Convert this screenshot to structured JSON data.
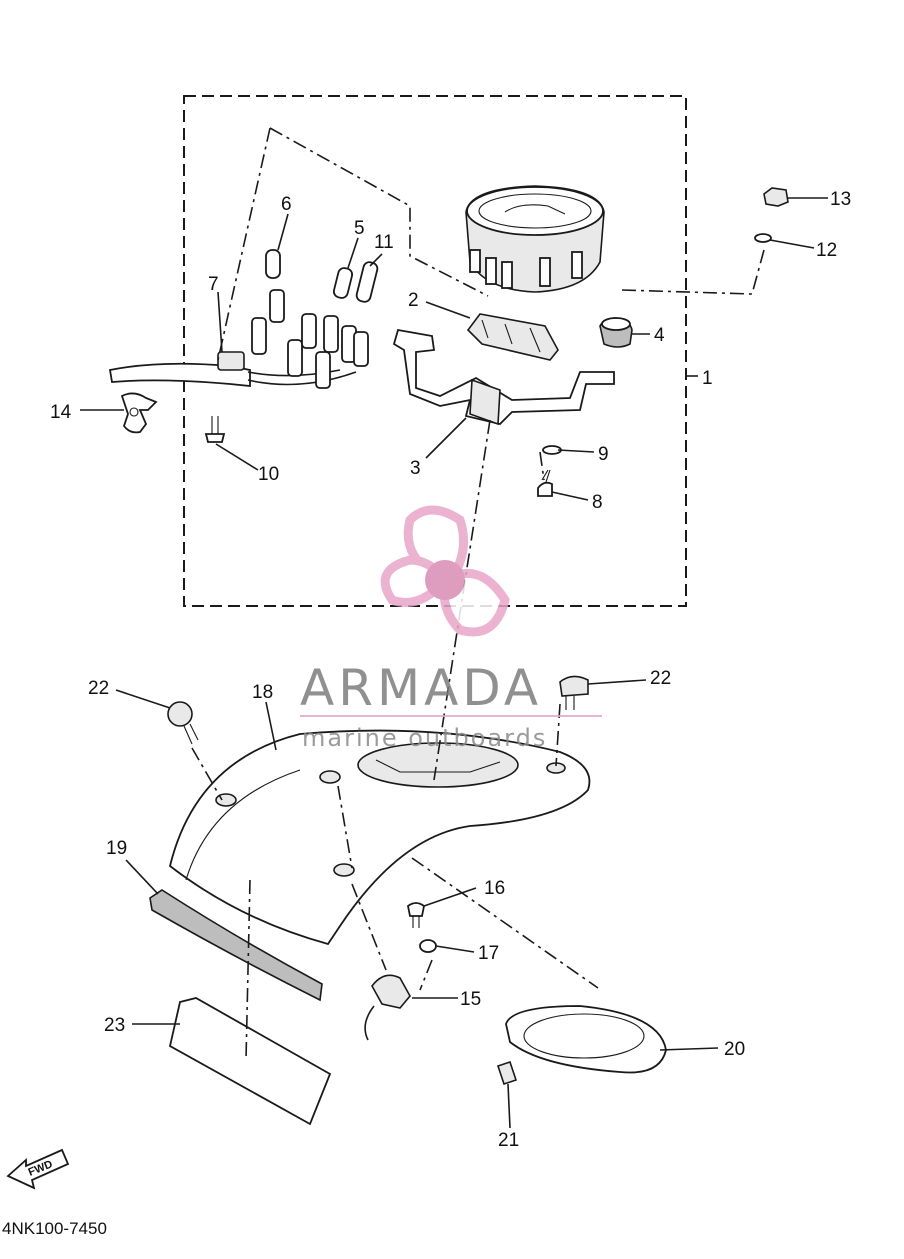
{
  "callouts": [
    {
      "id": "1",
      "label": "1"
    },
    {
      "id": "2",
      "label": "2"
    },
    {
      "id": "3",
      "label": "3"
    },
    {
      "id": "4",
      "label": "4"
    },
    {
      "id": "5",
      "label": "5"
    },
    {
      "id": "6",
      "label": "6"
    },
    {
      "id": "7",
      "label": "7"
    },
    {
      "id": "8",
      "label": "8"
    },
    {
      "id": "9",
      "label": "9"
    },
    {
      "id": "10",
      "label": "10"
    },
    {
      "id": "11",
      "label": "11"
    },
    {
      "id": "12",
      "label": "12"
    },
    {
      "id": "13",
      "label": "13"
    },
    {
      "id": "14",
      "label": "14"
    },
    {
      "id": "15",
      "label": "15"
    },
    {
      "id": "16",
      "label": "16"
    },
    {
      "id": "17",
      "label": "17"
    },
    {
      "id": "18",
      "label": "18"
    },
    {
      "id": "19",
      "label": "19"
    },
    {
      "id": "20",
      "label": "20"
    },
    {
      "id": "21",
      "label": "21"
    },
    {
      "id": "22a",
      "label": "22"
    },
    {
      "id": "22b",
      "label": "22"
    },
    {
      "id": "23",
      "label": "23"
    }
  ],
  "watermark": {
    "title": "ARMADA",
    "subtitle": "marine outboards",
    "logo_color": "#e9a6c8",
    "logo_accent": "#d98bb4",
    "text_color": "#7d7d7d"
  },
  "fwd_arrow": {
    "label": "FWD"
  },
  "diagram_code": "4NK100-7450",
  "colors": {
    "line": "#1a1a1a",
    "background": "#ffffff"
  }
}
